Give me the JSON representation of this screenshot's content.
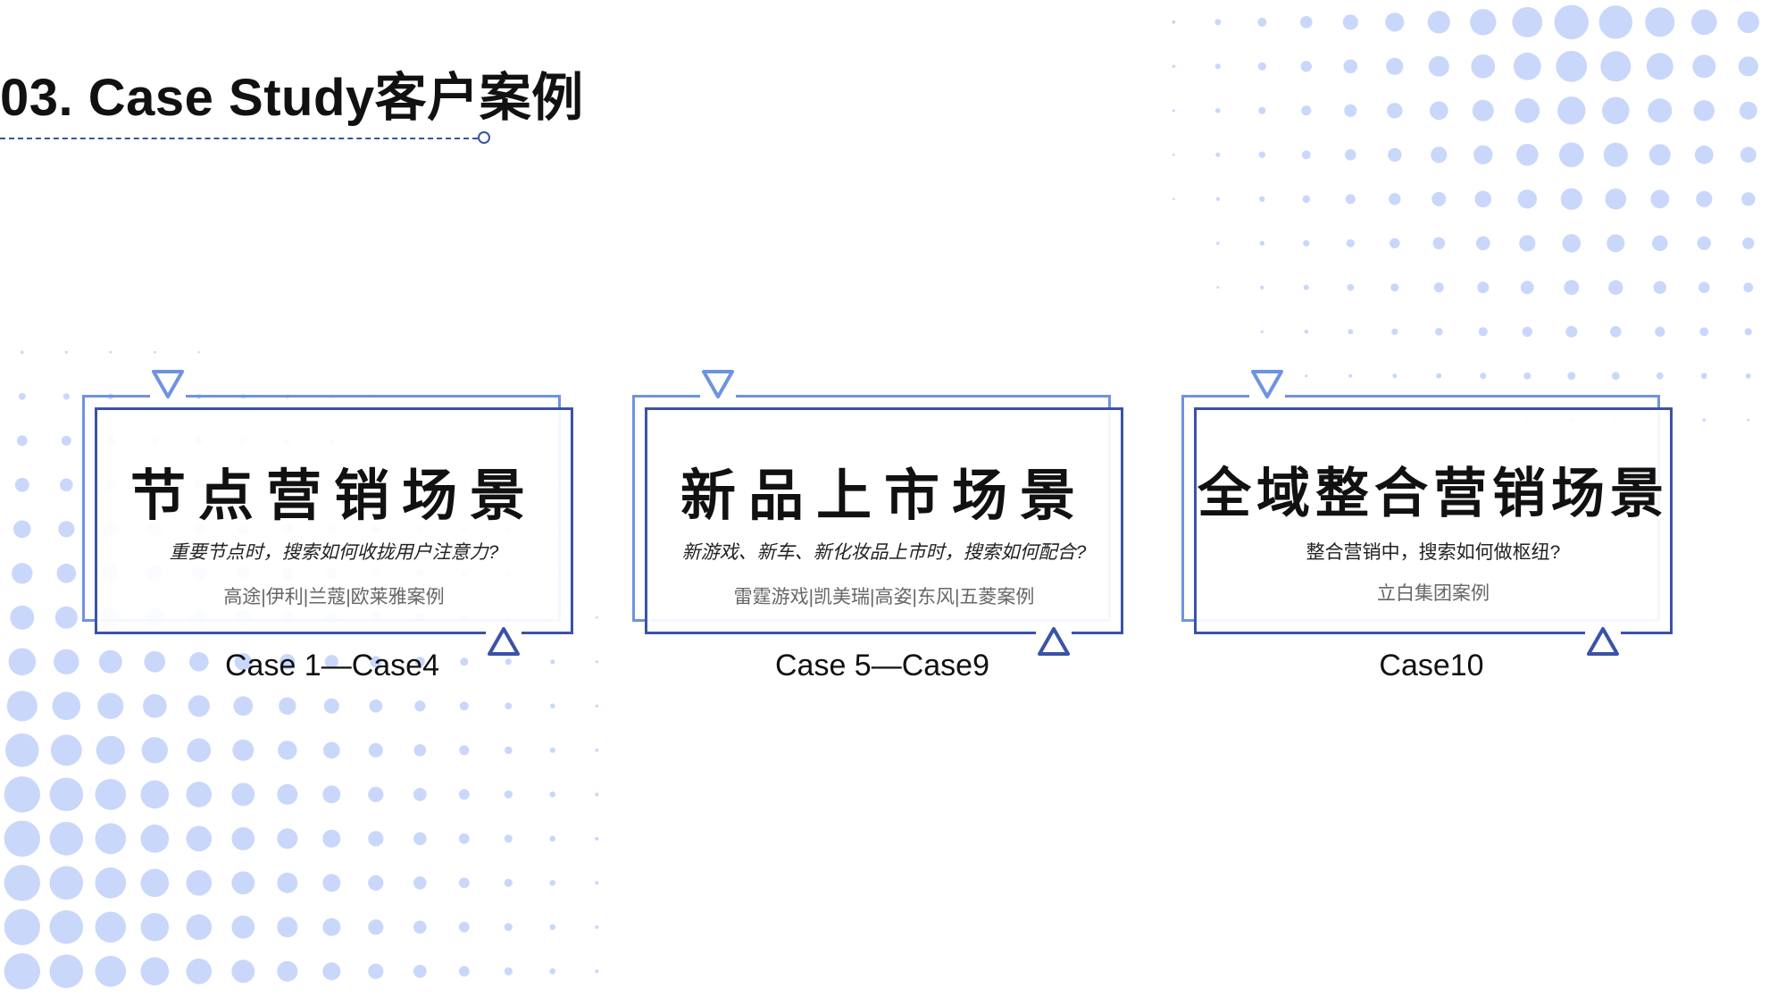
{
  "colors": {
    "accent_dark": "#3a52a8",
    "accent_light": "#6e93e0",
    "dot": "#c9d7fb",
    "text": "#111111",
    "muted": "#666666"
  },
  "page": {
    "title": "03. Case Study客户案例"
  },
  "cards": [
    {
      "heading": "节点营销场景",
      "question": "重要节点时，搜索如何收拢用户注意力?",
      "brands": "高途|伊利|兰蔻|欧莱雅案例",
      "range": "Case 1—Case4"
    },
    {
      "heading": "新品上市场景",
      "question": "新游戏、新车、新化妆品上市时，搜索如何配合?",
      "brands": "雷霆游戏|凯美瑞|高姿|东风|五菱案例",
      "range": "Case 5—Case9"
    },
    {
      "heading": "全域整合营销场景",
      "question": "整合营销中，搜索如何做枢纽?",
      "brands": "立白集团案例",
      "range": "Case10"
    }
  ],
  "icons": {
    "top_marker": "triangle-down-icon",
    "bottom_marker": "triangle-up-icon",
    "rule_end": "circle-icon"
  }
}
